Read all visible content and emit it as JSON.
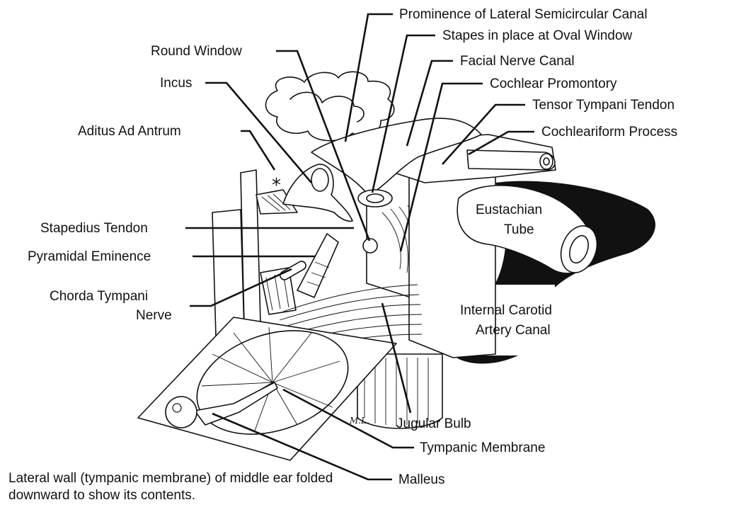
{
  "labels": {
    "prominence_lateral_canal": "Prominence of Lateral Semicircular Canal",
    "stapes_oval_window": "Stapes in place at Oval Window",
    "round_window": "Round Window",
    "facial_nerve_canal": "Facial Nerve Canal",
    "incus": "Incus",
    "cochlear_promontory": "Cochlear Promontory",
    "tensor_tympani_tendon": "Tensor Tympani Tendon",
    "aditus_ad_antrum": "Aditus Ad Antrum",
    "cochleariform_process": "Cochleariform Process",
    "asterisk": "*",
    "eustachian_tube_line1": "Eustachian",
    "eustachian_tube_line2": "Tube",
    "stapedius_tendon": "Stapedius Tendon",
    "pyramidal_eminence": "Pyramidal Eminence",
    "chorda_tympani_line1": "Chorda Tympani",
    "chorda_tympani_line2": "Nerve",
    "internal_carotid_line1": "Internal Carotid",
    "internal_carotid_line2": "Artery Canal",
    "jugular_bulb": "Jugular Bulb",
    "tympanic_membrane": "Tympanic Membrane",
    "malleus": "Malleus",
    "artist_signature": "M.L."
  },
  "caption": "Lateral wall (tympanic membrane) of middle ear folded downward to show its contents.",
  "colors": {
    "ink": "#111111",
    "background": "#ffffff"
  }
}
